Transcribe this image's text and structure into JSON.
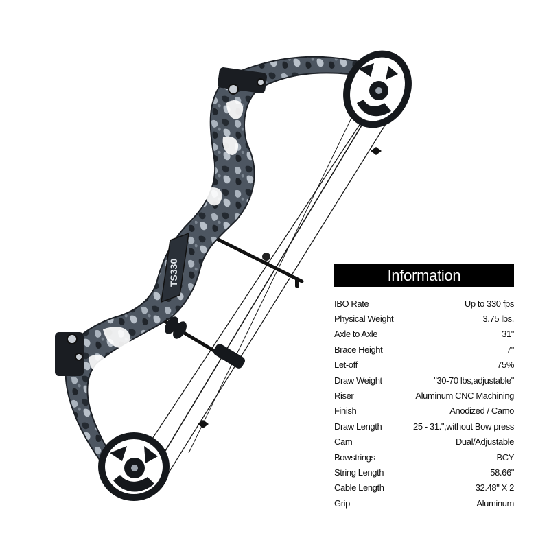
{
  "info": {
    "title": "Information",
    "specs": [
      {
        "label": "IBO Rate",
        "value": "Up to 330 fps"
      },
      {
        "label": "Physical Weight",
        "value": "3.75 lbs."
      },
      {
        "label": "Axle to Axle",
        "value": "31\""
      },
      {
        "label": "Brace Height",
        "value": "7\""
      },
      {
        "label": "Let-off",
        "value": "75%"
      },
      {
        "label": "Draw Weight",
        "value": "\"30-70 lbs,adjustable\""
      },
      {
        "label": "Riser",
        "value": "Aluminum CNC Machining"
      },
      {
        "label": "Finish",
        "value": "Anodized / Camo"
      },
      {
        "label": "Draw Length",
        "value": "25 - 31.\",without Bow press"
      },
      {
        "label": "Cam",
        "value": "Dual/Adjustable"
      },
      {
        "label": "Bowstrings",
        "value": "BCY"
      },
      {
        "label": "String Length",
        "value": "58.66\""
      },
      {
        "label": "Cable Length",
        "value": "32.48\" X 2"
      },
      {
        "label": "Grip",
        "value": "Aluminum"
      }
    ]
  },
  "bow": {
    "riser_text": "TS330",
    "colors": {
      "camo_dark": "#2b3038",
      "camo_mid": "#5a6470",
      "camo_light": "#aeb6c0",
      "cam": "#15181c",
      "string": "#1a1a1a",
      "rod": "#111111"
    }
  }
}
